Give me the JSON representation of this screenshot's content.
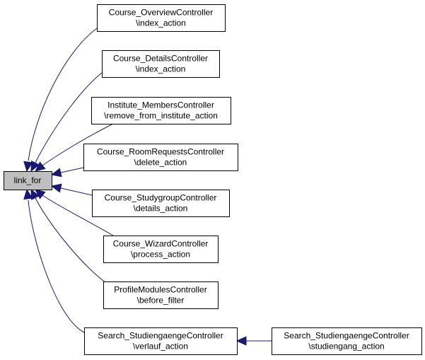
{
  "graph": {
    "edge_color": "#191970",
    "focus_fill": "#bfbfbf",
    "focus": {
      "id": "link_for",
      "lines": [
        "link_for"
      ]
    },
    "callers": [
      {
        "id": "course-overview",
        "lines": [
          "Course_OverviewController",
          "\\index_action"
        ]
      },
      {
        "id": "course-details",
        "lines": [
          "Course_DetailsController",
          "\\index_action"
        ]
      },
      {
        "id": "institute-members",
        "lines": [
          "Institute_MembersController",
          "\\remove_from_institute_action"
        ]
      },
      {
        "id": "course-roomrequests",
        "lines": [
          "Course_RoomRequestsController",
          "\\delete_action"
        ]
      },
      {
        "id": "course-studygroup",
        "lines": [
          "Course_StudygroupController",
          "\\details_action"
        ]
      },
      {
        "id": "course-wizard",
        "lines": [
          "Course_WizardController",
          "\\process_action"
        ]
      },
      {
        "id": "profilemodules",
        "lines": [
          "ProfileModulesController",
          "\\before_filter"
        ]
      },
      {
        "id": "search-verlauf",
        "lines": [
          "Search_StudiengaengeController",
          "\\verlauf_action"
        ]
      },
      {
        "id": "search-studiengang",
        "lines": [
          "Search_StudiengaengeController",
          "\\studiengang_action"
        ]
      }
    ],
    "edges": [
      {
        "from": "course-overview",
        "to": "link_for"
      },
      {
        "from": "course-details",
        "to": "link_for"
      },
      {
        "from": "institute-members",
        "to": "link_for"
      },
      {
        "from": "course-roomrequests",
        "to": "link_for"
      },
      {
        "from": "course-studygroup",
        "to": "link_for"
      },
      {
        "from": "course-wizard",
        "to": "link_for"
      },
      {
        "from": "profilemodules",
        "to": "link_for"
      },
      {
        "from": "search-verlauf",
        "to": "link_for"
      },
      {
        "from": "search-studiengang",
        "to": "search-verlauf"
      }
    ]
  }
}
